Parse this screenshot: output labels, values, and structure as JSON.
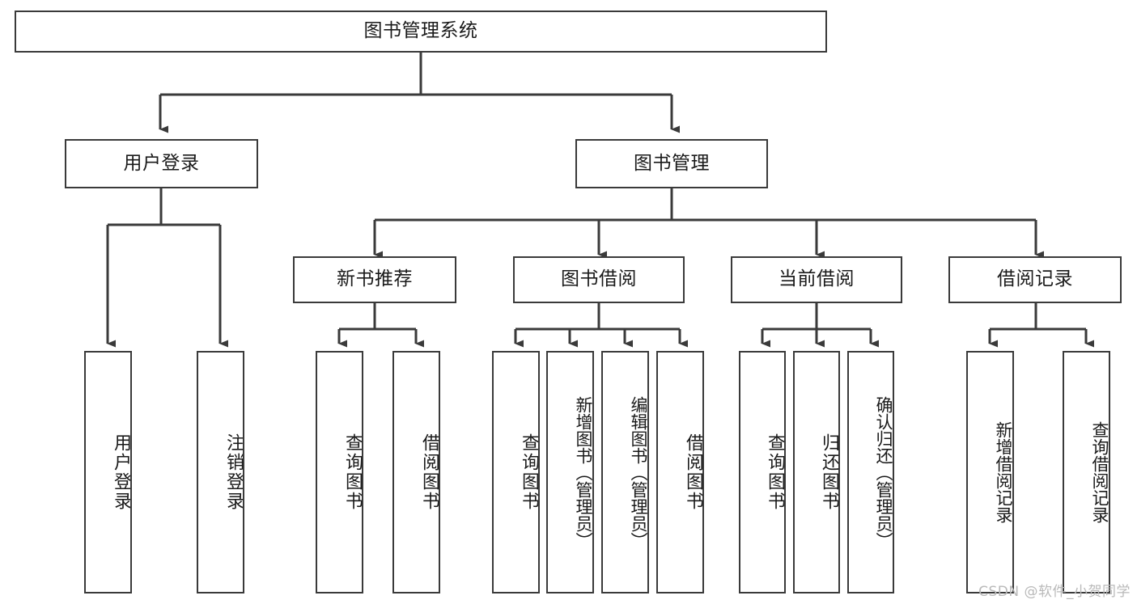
{
  "diagram": {
    "title": "图书管理系统",
    "type": "function-structure-tree",
    "watermark": "CSDN @软件_小贺同学",
    "colors": {
      "box_border": "#3a3a3a",
      "box_fill": "#ffffff",
      "connector": "#3a3a3a",
      "text": "#1a1a1a",
      "watermark": "#b9b9b9",
      "background": "#ffffff"
    },
    "levels": {
      "level1": [
        {
          "id": "root",
          "label": "图书管理系统"
        }
      ],
      "level2": [
        {
          "id": "user-login",
          "label": "用户登录"
        },
        {
          "id": "book-manage",
          "label": "图书管理"
        }
      ],
      "level3": [
        {
          "id": "new-book-recommend",
          "label": "新书推荐"
        },
        {
          "id": "book-borrow",
          "label": "图书借阅"
        },
        {
          "id": "current-borrow",
          "label": "当前借阅"
        },
        {
          "id": "borrow-record",
          "label": "借阅记录"
        }
      ],
      "level4": [
        {
          "id": "leaf-user-login",
          "parent": "user-login",
          "label": "用户登录"
        },
        {
          "id": "leaf-logout",
          "parent": "user-login",
          "label": "注销登录"
        },
        {
          "id": "leaf-query-book-1",
          "parent": "new-book-recommend",
          "label": "查询图书"
        },
        {
          "id": "leaf-borrow-book-1",
          "parent": "new-book-recommend",
          "label": "借阅图书"
        },
        {
          "id": "leaf-query-book-2",
          "parent": "book-borrow",
          "label": "查询图书"
        },
        {
          "id": "leaf-add-book",
          "parent": "book-borrow",
          "label": "新增图书（管理员）"
        },
        {
          "id": "leaf-edit-book",
          "parent": "book-borrow",
          "label": "编辑图书（管理员）"
        },
        {
          "id": "leaf-borrow-book-2",
          "parent": "book-borrow",
          "label": "借阅图书"
        },
        {
          "id": "leaf-query-book-3",
          "parent": "current-borrow",
          "label": "查询图书"
        },
        {
          "id": "leaf-return-book",
          "parent": "current-borrow",
          "label": "归还图书"
        },
        {
          "id": "leaf-confirm-return",
          "parent": "current-borrow",
          "label": "确认归还（管理员）"
        },
        {
          "id": "leaf-add-record",
          "parent": "borrow-record",
          "label": "新增借阅记录"
        },
        {
          "id": "leaf-query-record",
          "parent": "borrow-record",
          "label": "查询借阅记录"
        }
      ]
    }
  }
}
